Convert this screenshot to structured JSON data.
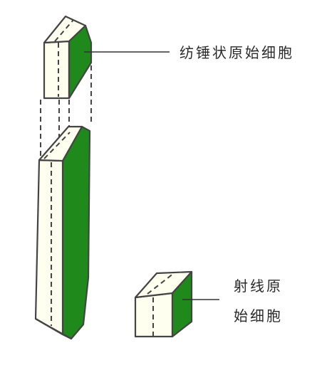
{
  "labels": {
    "fusiform": "纺锤状原始细胞",
    "ray_line1": "射线原",
    "ray_line2": "始细胞"
  },
  "colors": {
    "background": "#ffffff",
    "face_light": "#ffffef",
    "face_green": "#1f8a1b",
    "outline": "#444444"
  }
}
